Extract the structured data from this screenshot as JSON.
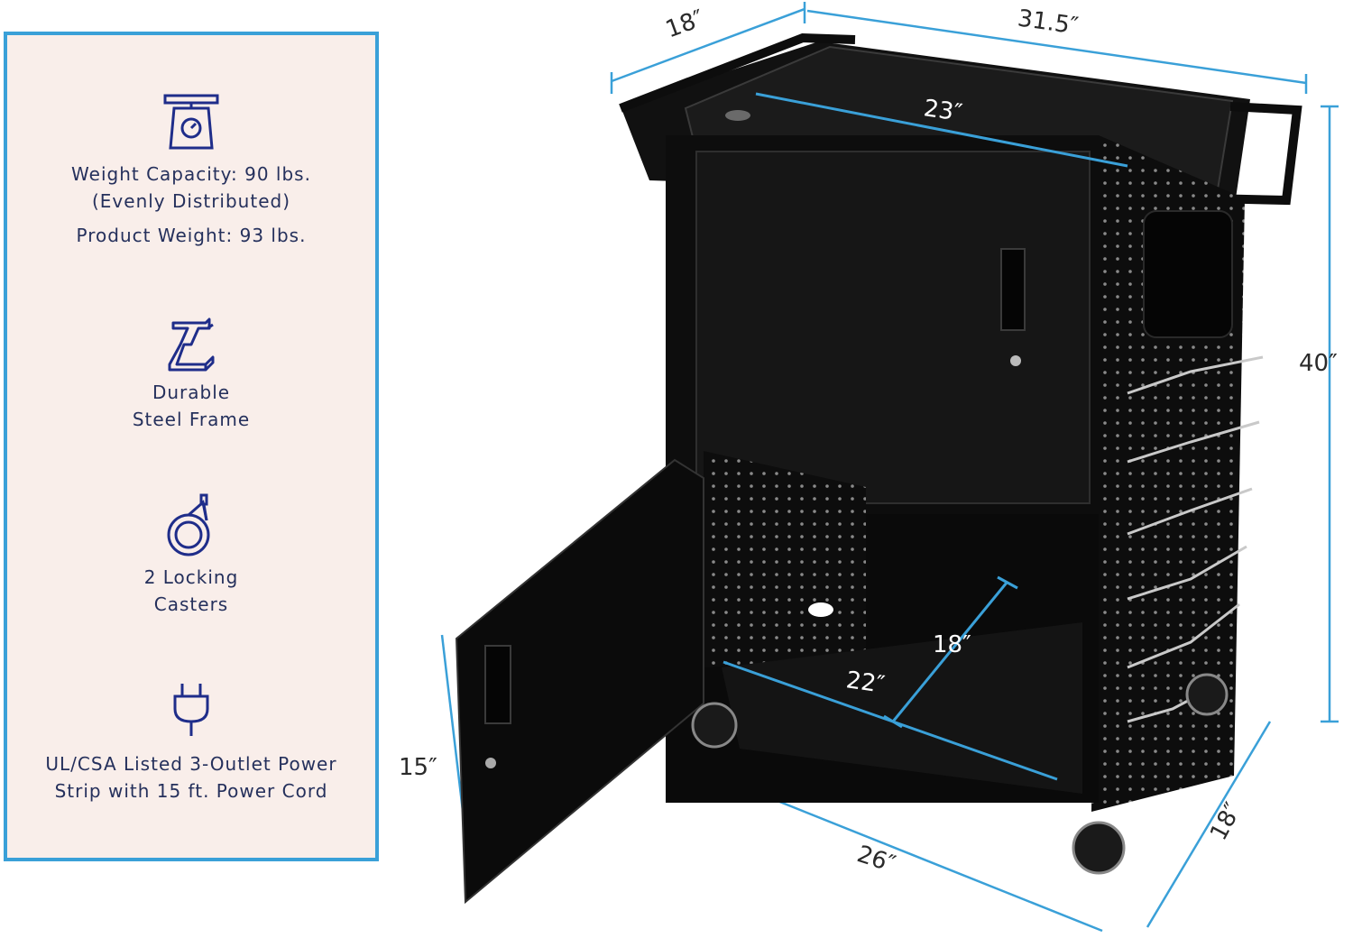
{
  "features": [
    {
      "icon": "scale-icon",
      "lines": [
        "Weight Capacity: 90 lbs.",
        "(Evenly Distributed)"
      ],
      "extra": "Product Weight: 93 lbs."
    },
    {
      "icon": "steel-beam-icon",
      "lines": [
        "Durable",
        "Steel Frame"
      ]
    },
    {
      "icon": "caster-wheel-icon",
      "lines": [
        "2 Locking",
        "Casters"
      ]
    },
    {
      "icon": "power-plug-icon",
      "lines": [
        "UL/CSA Listed 3-Outlet Power",
        "Strip with 15 ft. Power Cord"
      ]
    }
  ],
  "dimensions": {
    "depth_top": "18″",
    "width_top": "31.5″",
    "shelf_top": "23″",
    "height": "40″",
    "bottom_depth": "18″",
    "bottom_width": "22″",
    "base_width": "26″",
    "base_depth": "18″",
    "door_height": "15″"
  },
  "colors": {
    "panel_border": "#3aa0d8",
    "panel_bg": "#f9eeea",
    "text": "#25305c",
    "icon": "#1f2d8a",
    "dim_line": "#3aa0d8",
    "cart": "#0d0d0d"
  }
}
